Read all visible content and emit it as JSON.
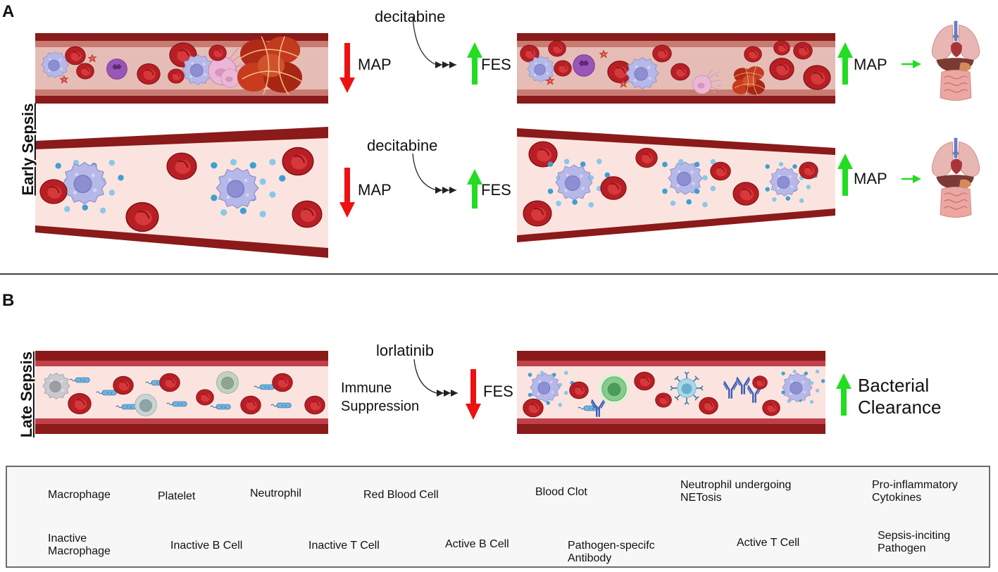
{
  "panels": {
    "a": {
      "letter": "A",
      "side_label": "Early Sepsis",
      "rows": [
        {
          "drug": "decitabine",
          "left_effect": "MAP",
          "right_effect": "FES",
          "outcome": "MAP"
        },
        {
          "drug": "decitabine",
          "left_effect": "MAP",
          "right_effect": "FES",
          "outcome": "MAP"
        }
      ]
    },
    "b": {
      "letter": "B",
      "side_label": "Late Sepsis",
      "condition_line1": "Immune",
      "condition_line2": "Suppression",
      "drug": "lorlatinib",
      "effect": "FES",
      "outcome_line1": "Bacterial",
      "outcome_line2": "Clearance"
    }
  },
  "legend": [
    {
      "icon": "macrophage-icon",
      "label": "Macrophage"
    },
    {
      "icon": "platelet-icon",
      "label": "Platelet"
    },
    {
      "icon": "neutrophil-icon",
      "label": "Neutrophil"
    },
    {
      "icon": "red-blood-cell-icon",
      "label": "Red Blood Cell"
    },
    {
      "icon": "blood-clot-icon",
      "label": "Blood Clot"
    },
    {
      "icon": "netosis-neutrophil-icon",
      "label": "Neutrophil undergoing NETosis"
    },
    {
      "icon": "cytokines-icon",
      "label": "Pro-inflammatory Cytokines"
    },
    {
      "icon": "inactive-macrophage-icon",
      "label": "Inactive Macrophage"
    },
    {
      "icon": "inactive-b-cell-icon",
      "label": "Inactive B Cell"
    },
    {
      "icon": "inactive-t-cell-icon",
      "label": "Inactive T Cell"
    },
    {
      "icon": "active-b-cell-icon",
      "label": "Active B Cell"
    },
    {
      "icon": "antibody-icon",
      "label": "Pathogen-specifc Antibody"
    },
    {
      "icon": "active-t-cell-icon",
      "label": "Active T Cell"
    },
    {
      "icon": "pathogen-icon",
      "label": "Sepsis-inciting Pathogen"
    }
  ],
  "colors": {
    "vessel_wall": "#8b1a1a",
    "vessel_lumen": "#f9dcd6",
    "rbc": "#c0282c",
    "macrophage": "#b3b8e6",
    "neutrophil": "#8a4aa8",
    "platelet": "#d24a3c",
    "clot": "#b8321e",
    "netosis": "#eab2d2",
    "cytokine": "#5ab0d8",
    "up_arrow": "#22dd22",
    "down_arrow": "#ee1111",
    "active_t": "#7fc68a",
    "inactive_cell": "#b8c8c4",
    "active_b": "#9fd2e4",
    "antibody": "#3a5fb0",
    "pathogen": "#5aa8d8"
  }
}
